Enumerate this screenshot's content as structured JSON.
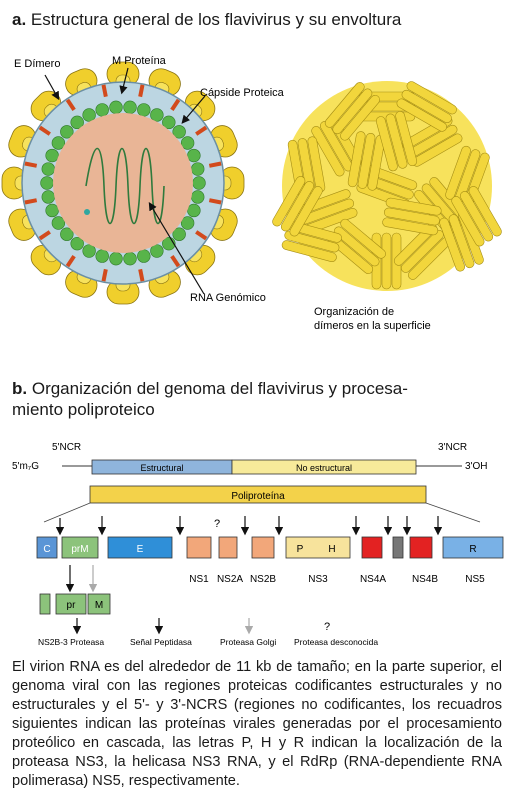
{
  "section_a": {
    "letter": "a.",
    "title": "Estructura general de los flavivirus y su envoltura",
    "labels": {
      "e_dimer": "E Dímero",
      "m_protein": "M Proteína",
      "capsid": "Cápside Proteica",
      "rna": "RNA Genómico",
      "surface_1": "Organización de",
      "surface_2": "dímeros en la superficie"
    }
  },
  "section_b": {
    "letter": "b.",
    "title_line1": "Organización del genoma del flavivirus y procesa-",
    "title_line2": "miento poliproteico",
    "genome": {
      "ncr5": "5'NCR",
      "ncr3": "3'NCR",
      "cap5": "5'm₇G",
      "end3": "3'OH",
      "structural": "Estructural",
      "nonstructural": "No estructural",
      "polyprotein": "Poliproteína"
    },
    "boxes": {
      "c": "C",
      "prm": "prM",
      "e": "E",
      "p": "P",
      "h": "H",
      "r": "R",
      "pr": "pr",
      "m": "M"
    },
    "protein_labels": {
      "ns1": "NS1",
      "ns2a": "NS2A",
      "ns2b": "NS2B",
      "ns3": "NS3",
      "ns4a": "NS4A",
      "ns4b": "NS4B",
      "ns5": "NS5"
    },
    "unknown_mark": "?",
    "legend": {
      "ns2b3": "NS2B-3 Proteasa",
      "signal": "Señal Peptidasa",
      "golgi": "Proteasa Golgi",
      "unknown_symbol": "?",
      "unknown": "Proteasa desconocida"
    }
  },
  "caption": "El virion RNA es del alrededor de 11 kb de tamaño; en la parte superior, el genoma viral con las regiones proteicas codificantes estructurales y no estructurales y el 5'- y 3'-NCRS (regiones no codificantes, los recuadros siguientes indican las proteínas virales generadas por el procesamiento proteólico en cascada, las letras P, H y R indican la localización de la proteasa NS3, la helicasa NS3 RNA, y el RdRp (RNA-dependiente RNA polimerasa) NS5, respectivamente."
}
